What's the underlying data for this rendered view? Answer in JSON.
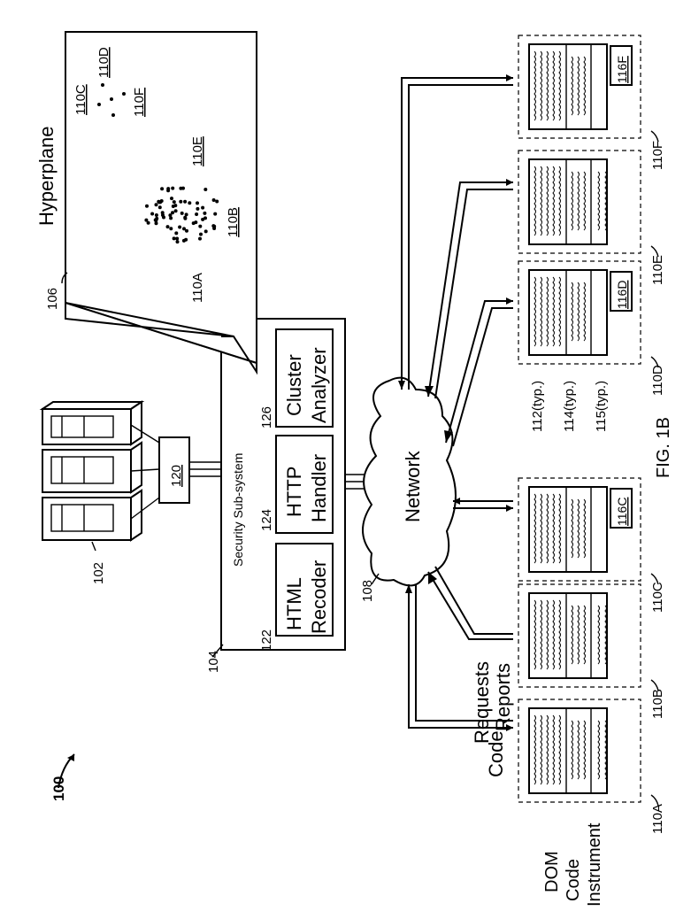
{
  "figure": {
    "ref_100": "100",
    "fig_label": "FIG. 1B"
  },
  "servers": {
    "ref": "102",
    "box_label": "120"
  },
  "security": {
    "ref": "104",
    "title": "Security Sub-system",
    "modules": [
      {
        "ref": "122",
        "line1": "HTML",
        "line2": "Recoder"
      },
      {
        "ref": "124",
        "line1": "HTTP",
        "line2": "Handler"
      },
      {
        "ref": "126",
        "line1": "Cluster",
        "line2": "Analyzer"
      }
    ]
  },
  "hyperplane": {
    "ref": "106",
    "title": "Hyperplane",
    "labels": [
      "110A",
      "110B",
      "110C",
      "110D",
      "110E",
      "110F"
    ]
  },
  "network": {
    "ref": "108",
    "label": "Network"
  },
  "flows": {
    "code": "Code",
    "requests": "Requests",
    "reports": "Reports",
    "dom1": "DOM",
    "dom2": "Code",
    "dom3": "Instrument"
  },
  "clients": [
    {
      "ref": "110A",
      "inner": ""
    },
    {
      "ref": "110B",
      "inner": ""
    },
    {
      "ref": "110C",
      "inner": "116C"
    },
    {
      "ref": "110D",
      "inner": "116D"
    },
    {
      "ref": "110E",
      "inner": ""
    },
    {
      "ref": "110F",
      "inner": "116F"
    }
  ],
  "typicals": [
    "112(typ.)",
    "114(typ.)",
    "115(typ.)"
  ]
}
